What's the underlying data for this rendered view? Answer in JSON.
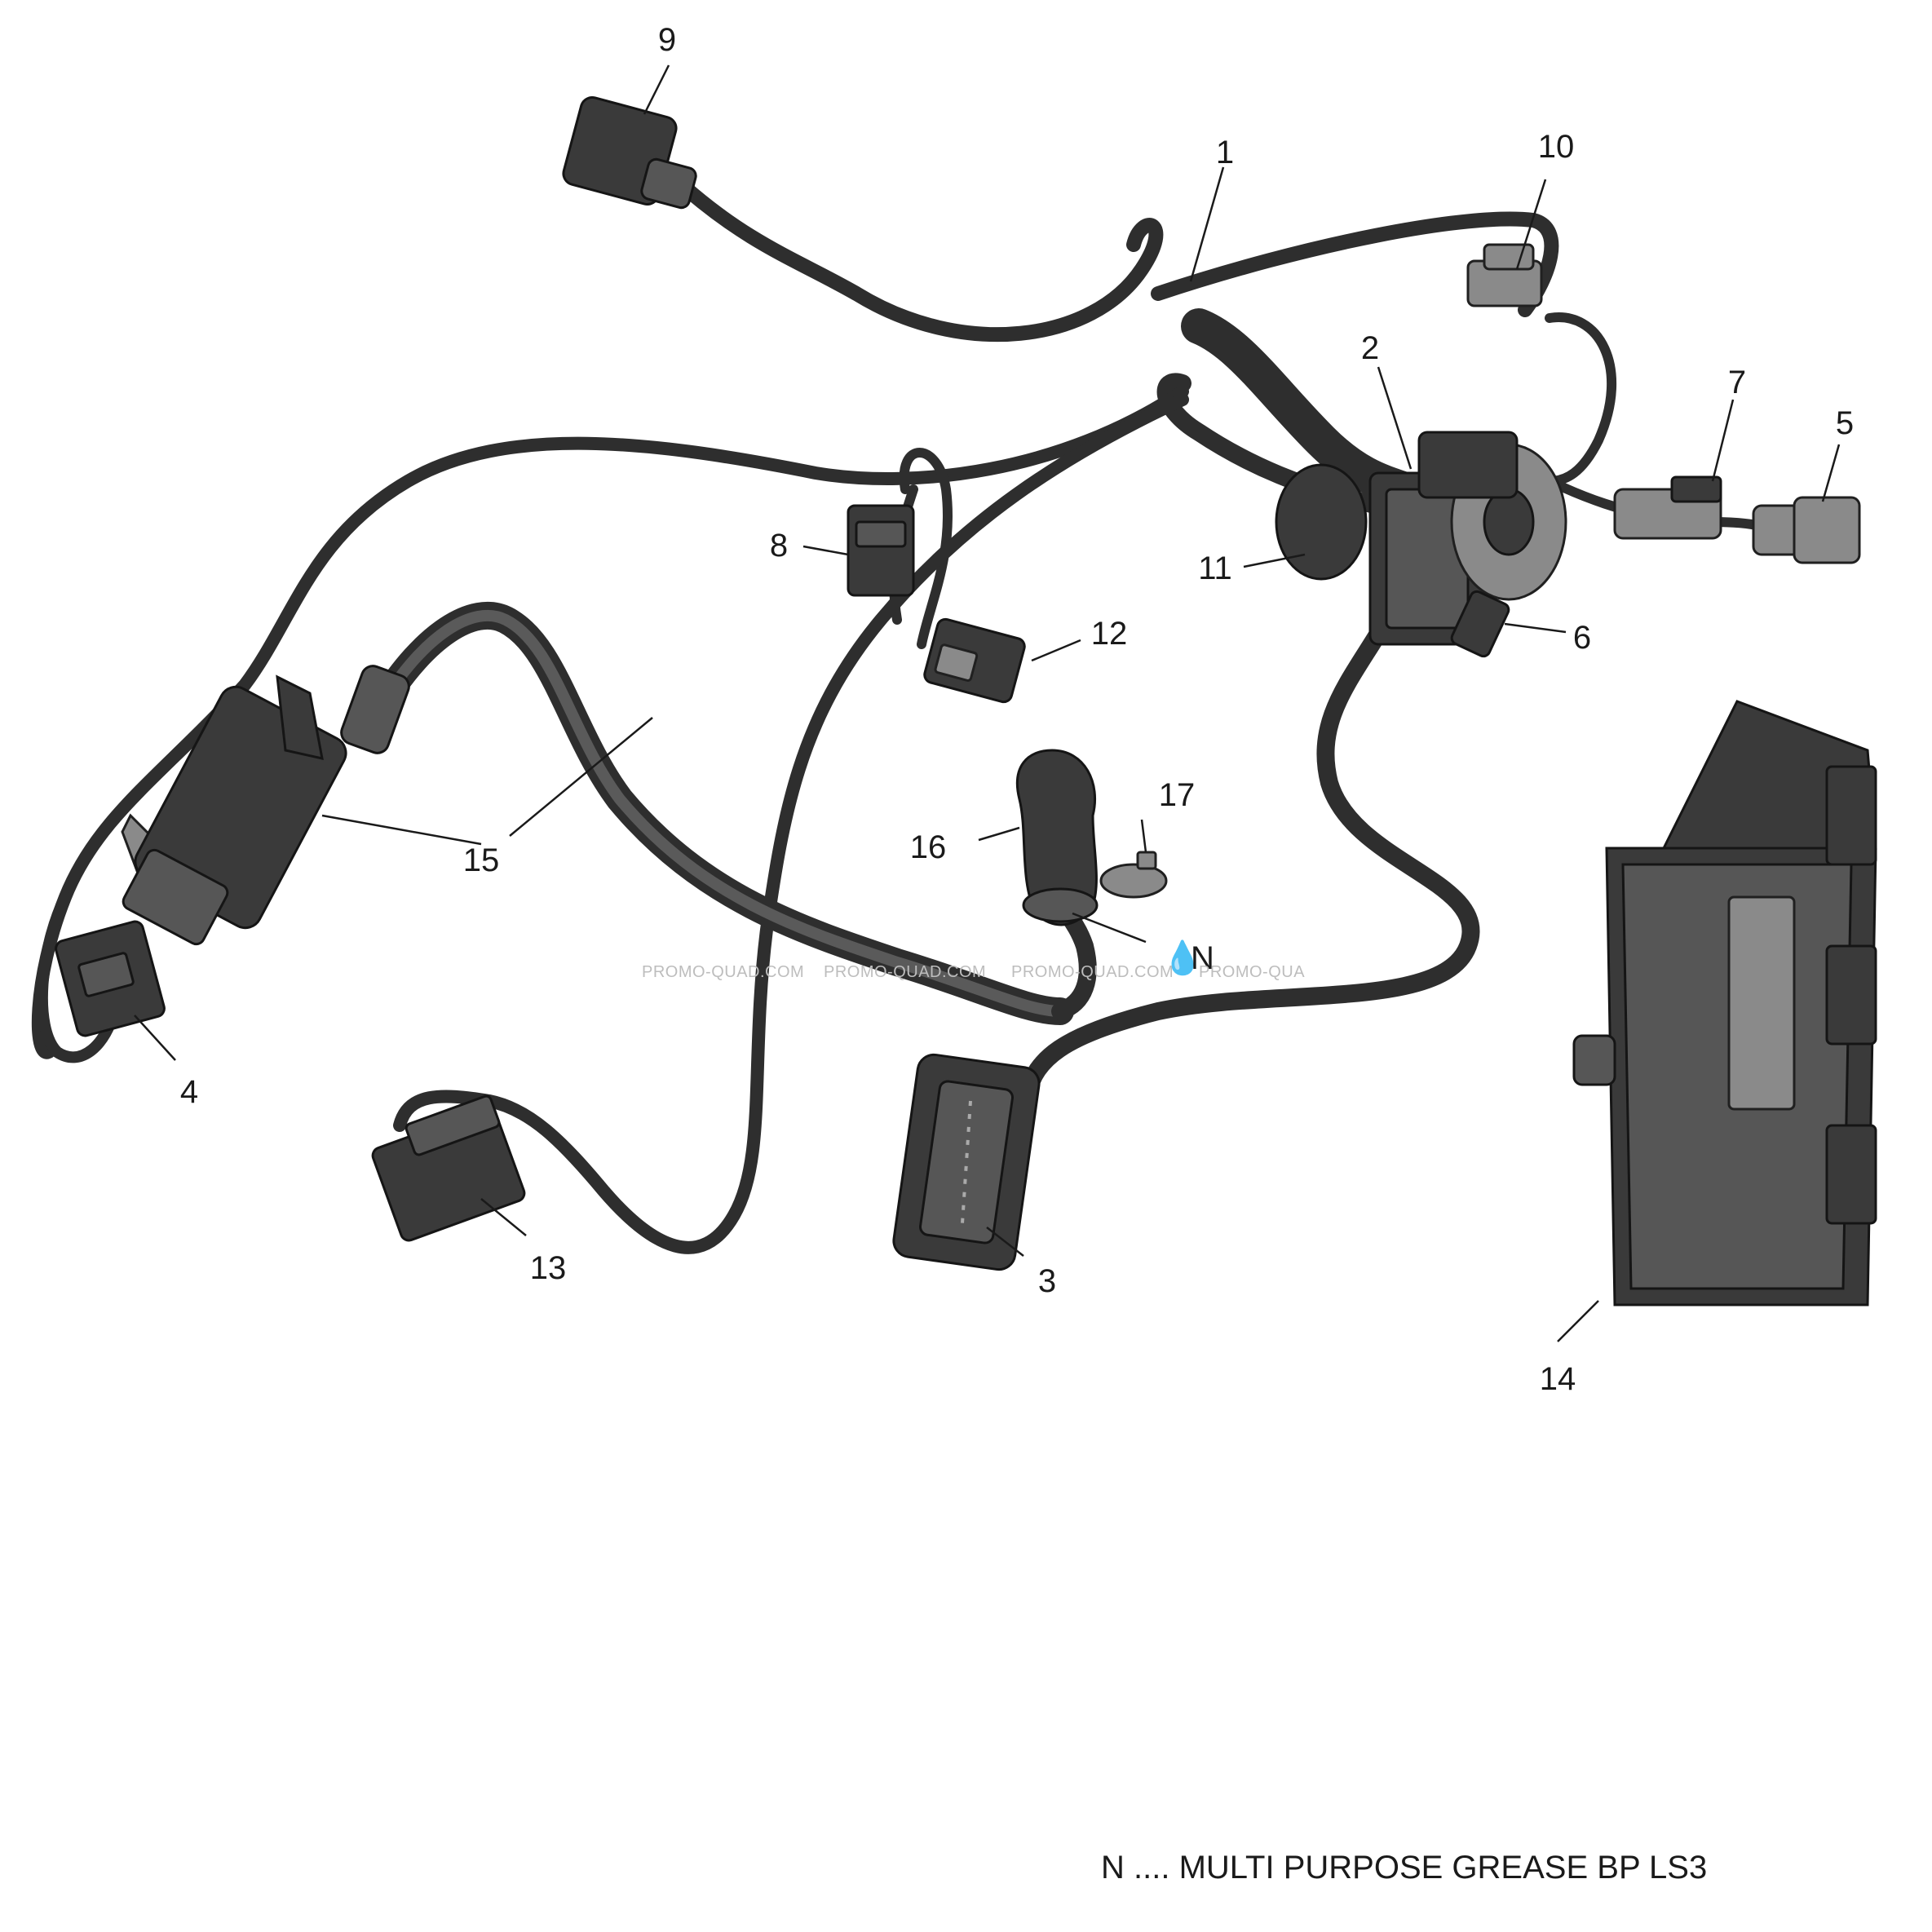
{
  "callouts": [
    {
      "id": "1",
      "label": "1",
      "part": "main-wiring-harness"
    },
    {
      "id": "2",
      "label": "2",
      "part": "multi-pin-connector"
    },
    {
      "id": "3",
      "label": "3",
      "part": "ecm-harness-connector"
    },
    {
      "id": "4",
      "label": "4",
      "part": "ignition-coil-connector"
    },
    {
      "id": "5",
      "label": "5",
      "part": "connector"
    },
    {
      "id": "6",
      "label": "6",
      "part": "sensor-connector"
    },
    {
      "id": "7",
      "label": "7",
      "part": "connector"
    },
    {
      "id": "8",
      "label": "8",
      "part": "connector"
    },
    {
      "id": "9",
      "label": "9",
      "part": "connector"
    },
    {
      "id": "10",
      "label": "10",
      "part": "connector"
    },
    {
      "id": "11",
      "label": "11",
      "part": "grommet"
    },
    {
      "id": "12",
      "label": "12",
      "part": "connector"
    },
    {
      "id": "13",
      "label": "13",
      "part": "connector"
    },
    {
      "id": "14",
      "label": "14",
      "part": "engine-control-module"
    },
    {
      "id": "15",
      "label": "15",
      "part": "ignition-coil-and-spark-plug-wire"
    },
    {
      "id": "16",
      "label": "16",
      "part": "boot"
    },
    {
      "id": "17",
      "label": "17",
      "part": "clamp"
    }
  ],
  "grease_marker": "N",
  "watermarks": [
    "PROMO-QUAD.COM",
    "PROMO-QUAD.COM",
    "PROMO-QUAD.COM",
    "PROMO-QUA"
  ],
  "footer_note": "N .... MULTI PURPOSE GREASE BP LS3",
  "colors": {
    "line": "#1a1a1a",
    "part_dark": "#3a3a3a",
    "part_light": "#8a8a8a",
    "background": "#ffffff"
  }
}
